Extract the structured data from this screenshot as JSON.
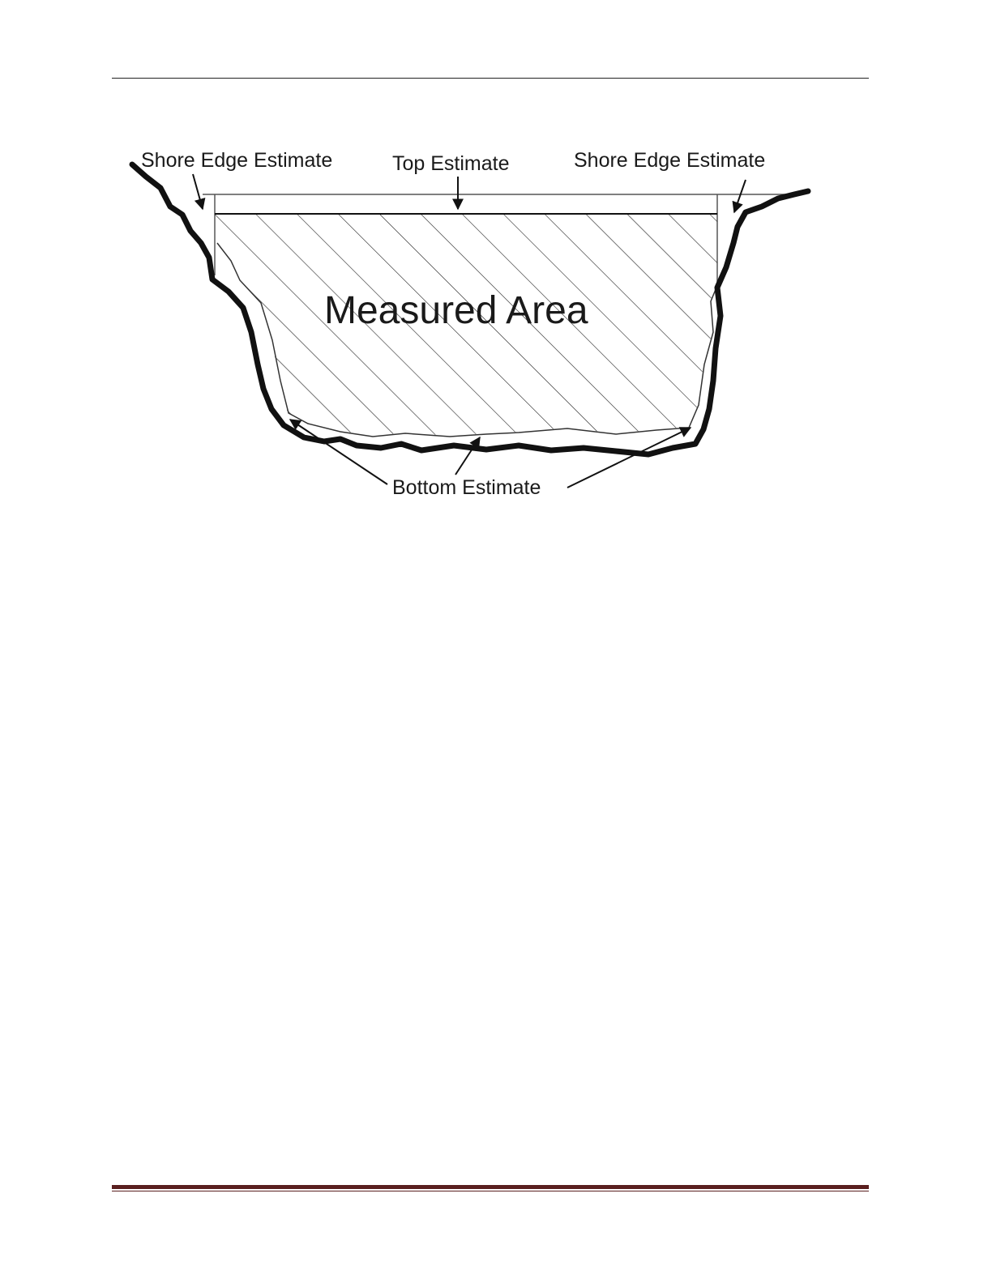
{
  "diagram": {
    "labels": {
      "shore_edge_left": "Shore Edge Estimate",
      "top_estimate": "Top Estimate",
      "shore_edge_right": "Shore Edge Estimate",
      "measured_area": "Measured Area",
      "bottom_estimate": "Bottom Estimate"
    }
  },
  "colors": {
    "ink": "#111111",
    "footer_rule": "#5a1f1f"
  }
}
